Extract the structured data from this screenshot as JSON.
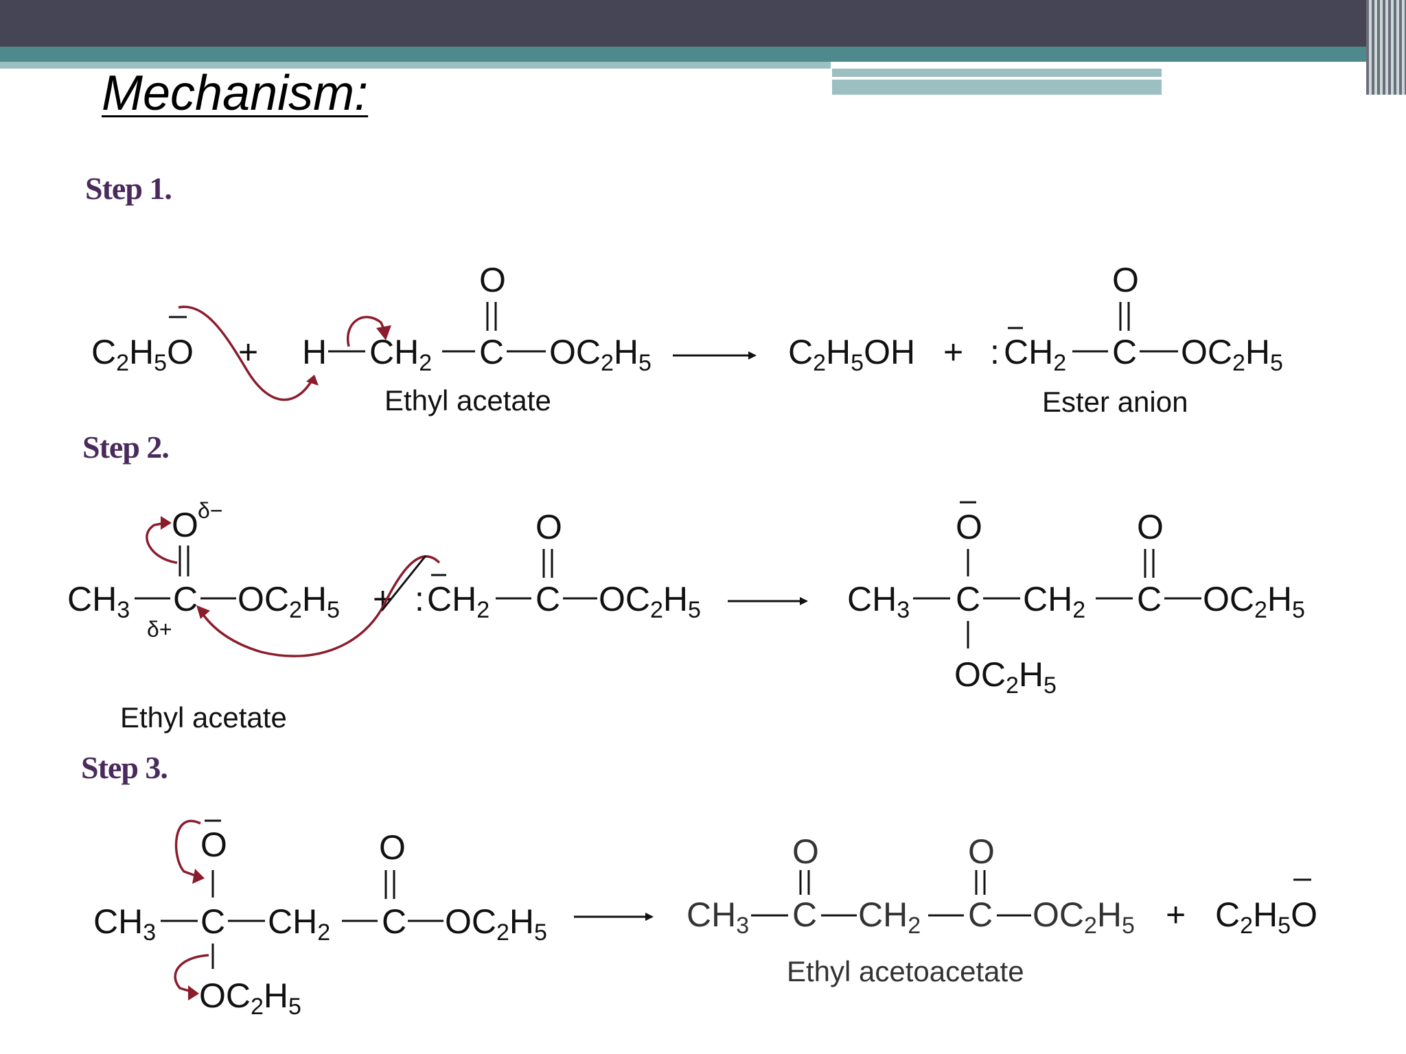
{
  "slide": {
    "title": "Mechanism:",
    "colors": {
      "header_dark": "#454556",
      "header_teal": "#4e8a8c",
      "header_light": "#9cbfc1",
      "arrow_red": "#8b1c2c",
      "step_purple": "#4a2a5c"
    }
  },
  "steps": [
    {
      "heading": "Step 1.",
      "labels": {
        "reactant": "Ethyl acetate",
        "product": "Ester anion"
      }
    },
    {
      "heading": "Step 2.",
      "labels": {
        "reactant": "Ethyl acetate"
      }
    },
    {
      "heading": "Step 3.",
      "labels": {
        "product": "Ethyl acetoacetate"
      }
    }
  ],
  "symbols": {
    "plus": "+",
    "O": "O",
    "C": "C",
    "H": "H",
    "CH": "CH",
    "OC": "OC",
    "OH": "OH",
    "sub2": "2",
    "sub3": "3",
    "sub5": "5",
    "C2H5O_c": "C",
    "lone_pair": ":",
    "delta_minus": "δ−",
    "delta_plus": "δ+"
  }
}
